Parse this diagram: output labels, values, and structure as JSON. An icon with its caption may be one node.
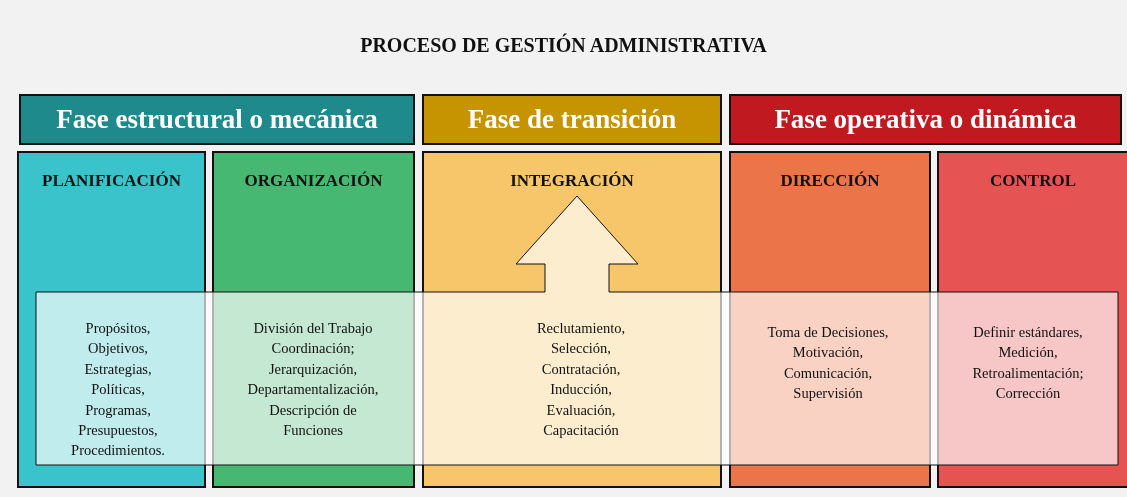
{
  "diagram": {
    "title": "PROCESO DE GESTIÓN ADMINISTRATIVA",
    "nodes": [
      {
        "text": [
          "Fase estructural o mecánica"
        ]
      },
      {
        "text": [
          "Fase de transición"
        ]
      },
      {
        "text": [
          "Fase operativa o dinámica"
        ]
      },
      {
        "text": [
          "PLANIFICACIÓN",
          "Propósitos, Objetivos, Estrategias, Políticas, Programas, Presupuestos, Procedimientos."
        ]
      },
      {
        "text": [
          "ORGANIZACIÓN",
          "División del Trabajo Coordinación; Jerarquización, Departamentalización, Descripción de Funciones"
        ]
      },
      {
        "text": [
          "INTEGRACIÓN",
          "Reclutamiento, Selección, Contratación, Inducción, Evaluación, Capacitación"
        ]
      },
      {
        "text": [
          "DIRECCIÓN",
          "Toma de Decisiones, Motivación, Comunicación, Supervisión"
        ]
      },
      {
        "text": [
          "CONTROL",
          "Definir estándares, Medición, Retroalimentación; Corrección"
        ]
      },
      {
        "text": [],
        "shape": "box"
      }
    ]
  }
}
